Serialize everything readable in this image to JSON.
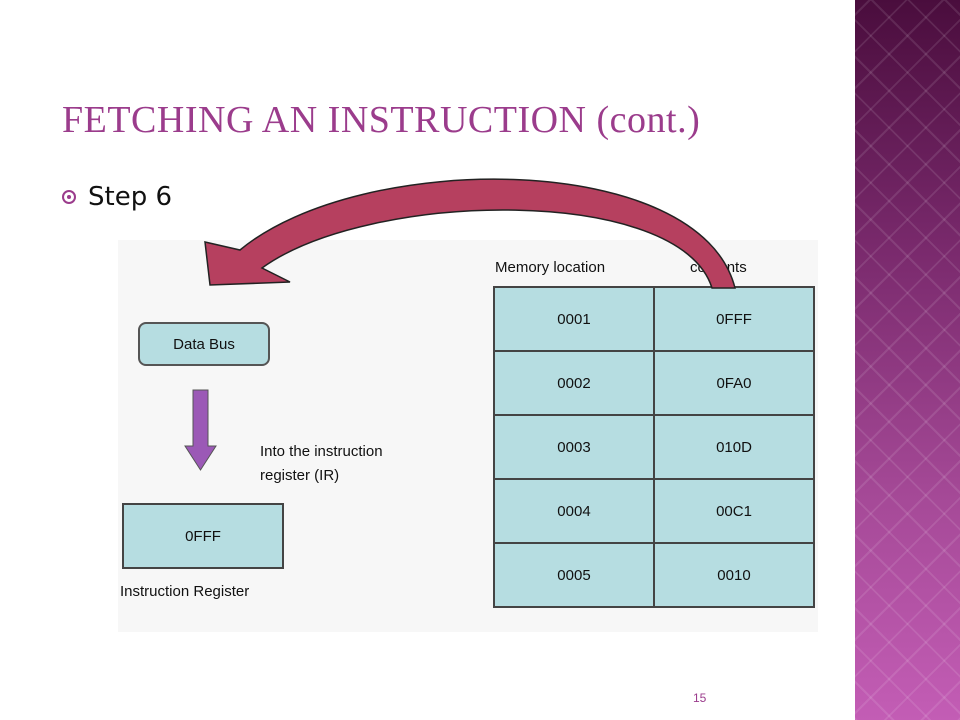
{
  "slide": {
    "title": "FETCHING AN INSTRUCTION (cont.)",
    "bullet": "Step 6",
    "page_number": "15"
  },
  "diagram": {
    "data_bus_label": "Data Bus",
    "ir_note_line1": "Into the instruction",
    "ir_note_line2": "register (IR)",
    "instruction_register_value": "0FFF",
    "instruction_register_label": "Instruction Register",
    "memory": {
      "header_location": "Memory location",
      "header_contents": "contents",
      "rows": [
        {
          "location": "0001",
          "contents": "0FFF"
        },
        {
          "location": "0002",
          "contents": "0FA0"
        },
        {
          "location": "0003",
          "contents": "010D"
        },
        {
          "location": "0004",
          "contents": "00C1"
        },
        {
          "location": "0005",
          "contents": "0010"
        }
      ]
    }
  },
  "colors": {
    "accent": "#9b3c8c",
    "box_fill": "#b6dde1",
    "curved_arrow": "#b6405f",
    "down_arrow": "#9b59b6"
  }
}
